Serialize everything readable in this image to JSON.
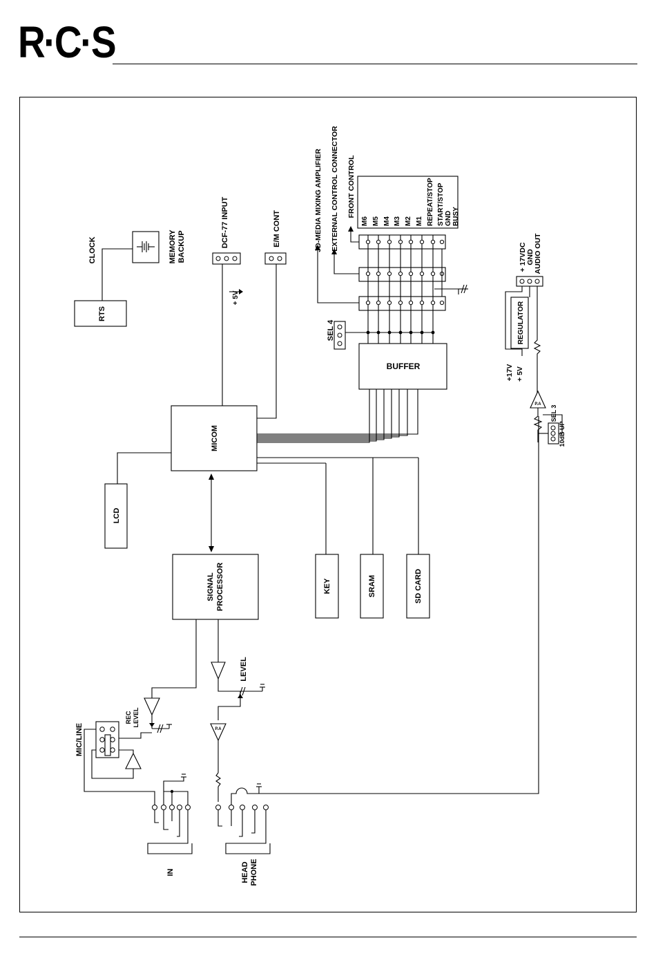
{
  "header": {
    "logo_text": "R·C·S"
  },
  "blocks": {
    "clock": "CLOCK",
    "memory_backup": [
      "MEMORY",
      "BACKUP"
    ],
    "rts": "RTS",
    "dcf77_input": "DCF-77 INPUT",
    "plus_5v": "+ 5V",
    "em_cont": "E/M CONT",
    "jd_media": "JD-MEDIA MIXING AMPLIFIER",
    "external_control": "EXTERNAL CONTROL CONNECTOR",
    "front_control": "FRONT CONTROL",
    "signal_list": [
      "M6",
      "M5",
      "M4",
      "M3",
      "M2",
      "M1",
      "REPEAT/STOP",
      "START/STOP",
      "GND",
      "BUSY"
    ],
    "sel4": "SEL 4",
    "buffer": "BUFFER",
    "micom": "MICOM",
    "lcd": "LCD",
    "signal_processor": [
      "SIGNAL",
      "PROCESSOR"
    ],
    "key": "KEY",
    "sram": "SRAM",
    "sd_card": "SD CARD",
    "level": "LEVEL",
    "rec_level": [
      "REC",
      "LEVEL"
    ],
    "mic_line": "MIC/LINE",
    "in": "IN",
    "head_phone": [
      "HEAD",
      "PHONE"
    ],
    "power_labels": [
      "+ 17VDC",
      "GND",
      "AUDIO OUT"
    ],
    "regulator": "REGULATOR",
    "plus_17v": "+17V",
    "plus_5v_reg": "+ 5V",
    "sel3": "SEL 3",
    "ten_db_up": "10dB UP",
    "pa": "P.A"
  }
}
